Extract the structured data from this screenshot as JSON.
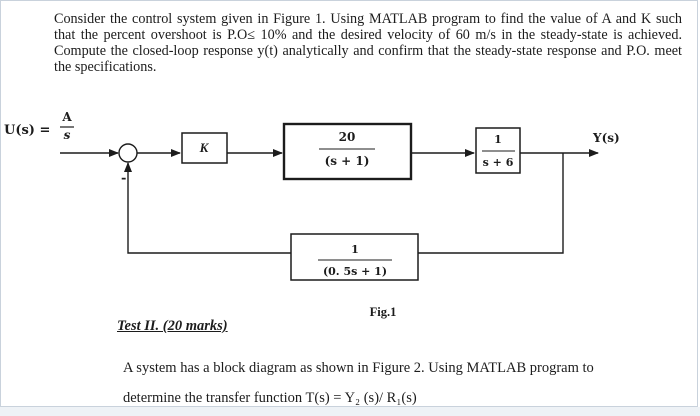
{
  "problem": {
    "text": "Consider the control system given in Figure 1. Using MATLAB program to find the value of A and K such that the percent overshoot is P.O≤ 10% and the desired velocity of 60 m/s in the steady-state is achieved. Compute the closed-loop response y(t) analytically and confirm that the steady-state response and P.O. meet the specifications."
  },
  "diagram": {
    "input_label": "U(s) = ",
    "input_num": "A",
    "input_den": "s",
    "minus_sign": "-",
    "gain_block": "K",
    "plant_block": {
      "num": "20",
      "den": "(s + 1)"
    },
    "second_block": {
      "num": "1",
      "den": "s + 6"
    },
    "feedback_block": {
      "num": "1",
      "den": "(0. 5s + 1)"
    },
    "output_label": "Y(s)",
    "figure_caption": "Fig.1"
  },
  "test2": {
    "heading": "Test II. (20 marks)",
    "line1": "A system has a block diagram as shown in Figure 2. Using MATLAB program to",
    "line2": "determine the transfer function T(s) = Y₂ (s)/ R₁(s)"
  }
}
